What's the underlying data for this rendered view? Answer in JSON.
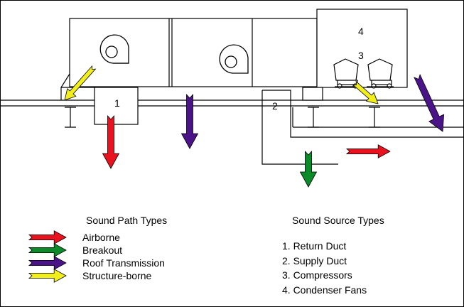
{
  "diagram": {
    "duct_labels": {
      "return_duct": "1",
      "supply_duct": "2",
      "compressors": "3",
      "condenser_fans": "4"
    }
  },
  "legend": {
    "path_title": "Sound Path Types",
    "paths": [
      {
        "label": "Airborne",
        "color": "#e8131f"
      },
      {
        "label": "Breakout",
        "color": "#0b8a2a"
      },
      {
        "label": "Roof Transmission",
        "color": "#4a1488"
      },
      {
        "label": "Structure-borne",
        "color": "#f1ee1a"
      }
    ],
    "source_title": "Sound Source Types",
    "sources": [
      "1. Return Duct",
      "2. Supply Duct",
      "3. Compressors",
      "4. Condenser Fans"
    ]
  },
  "icons": [
    "fan-icon",
    "compressor-icon",
    "i-beam-icon",
    "arrow-icon"
  ]
}
